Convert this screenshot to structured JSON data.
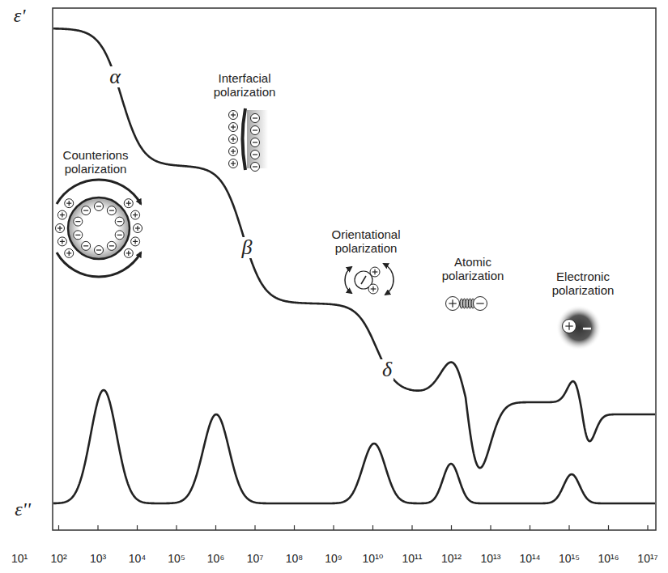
{
  "diagram": {
    "labels": [
      "ε'",
      "ε''",
      "Counterions polarization",
      "α",
      "Interfacial polarization",
      "β",
      "Orientational polarization",
      "δ",
      "Atomic polarization",
      "Electronic polarization",
      "10¹",
      "10²",
      "10³",
      "10⁴",
      "10⁵",
      "10⁶",
      "10⁷",
      "10⁸",
      "10⁹",
      "10¹⁰",
      "10¹¹",
      "10¹²",
      "10¹³",
      "10¹⁴",
      "10¹⁵",
      "10¹⁶",
      "10¹⁷"
    ]
  }
}
